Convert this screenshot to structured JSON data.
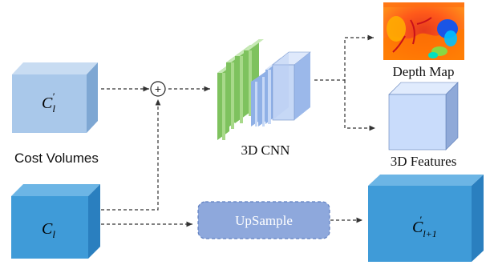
{
  "diagram": {
    "cost_volumes_label": "Cost Volumes",
    "cube_top_math": {
      "base": "C",
      "sub": "l",
      "sup": "′"
    },
    "cube_bottom_math": {
      "base": "C",
      "sub": "l"
    },
    "plus_symbol": "+",
    "cnn_label": "3D CNN",
    "depth_map_label": "Depth Map",
    "features_label": "3D Features",
    "upsample_label": "UpSample",
    "output_math": {
      "base": "C",
      "sub": "l+1",
      "sup": "′"
    },
    "colors": {
      "cube_light_front": "#a9c8ea",
      "cube_blue_front": "#3f9bd8",
      "features_front": "#c9dcfb",
      "cnn_green": "#a8d98a",
      "cnn_blue": "#c6d8f6",
      "upsample_fill": "#8ea8dc",
      "dashed": "#333333"
    }
  }
}
